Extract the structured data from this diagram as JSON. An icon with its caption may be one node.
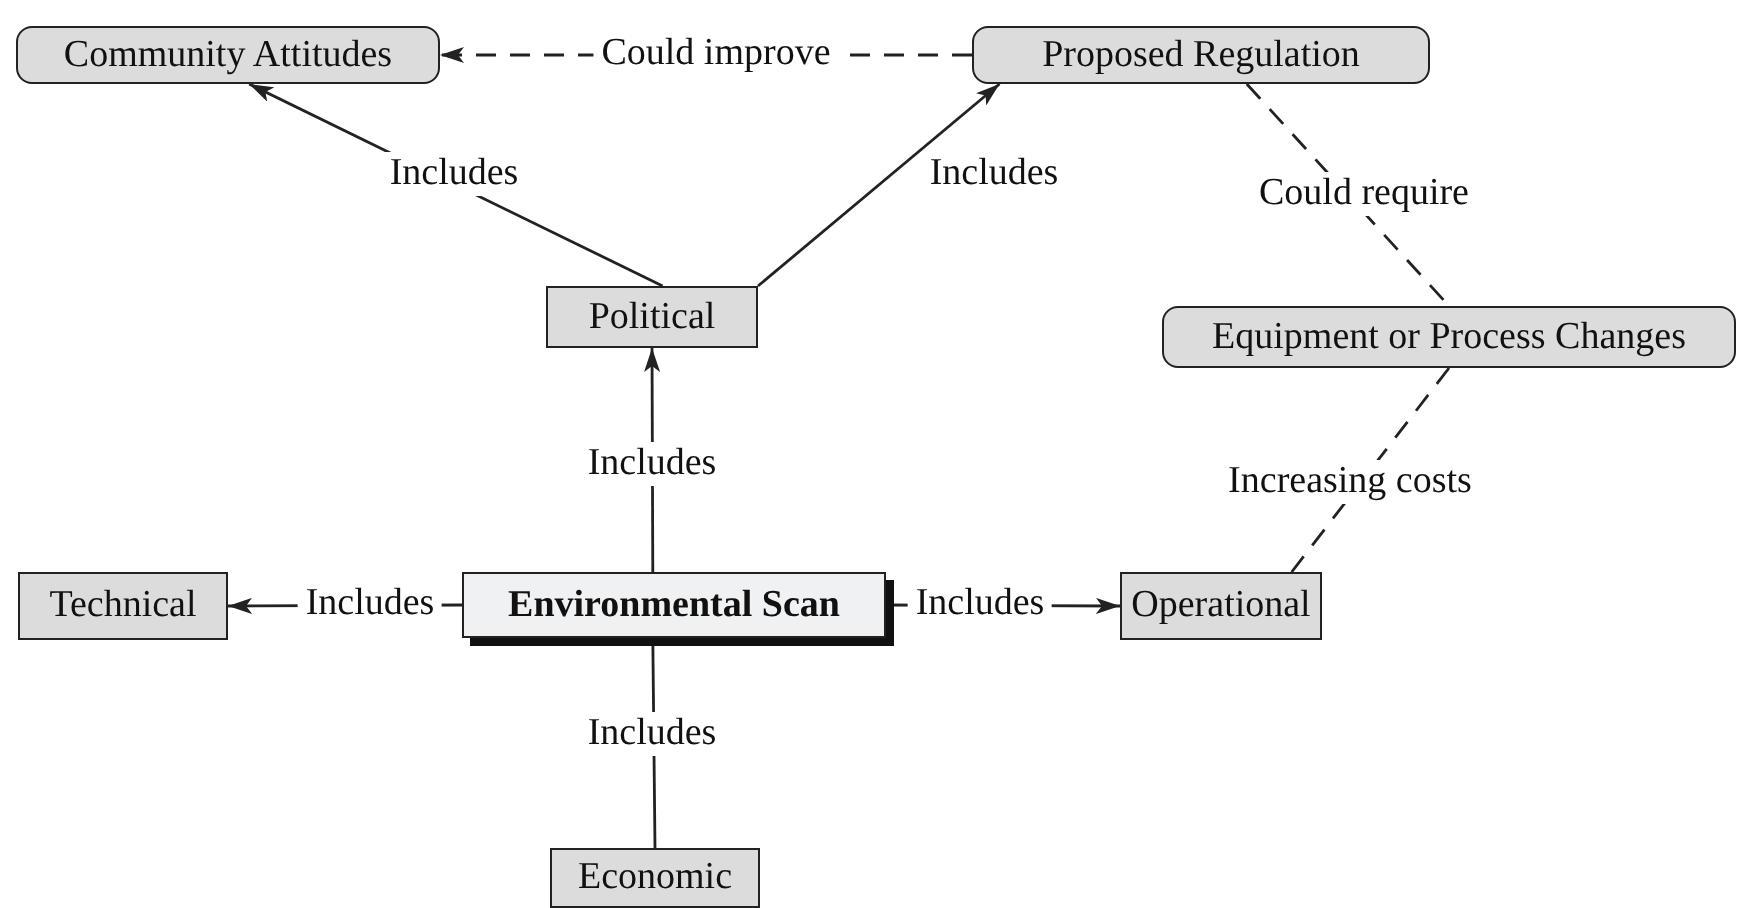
{
  "diagram": {
    "nodes": [
      {
        "text": [
          "Community Attitudes"
        ]
      },
      {
        "text": [
          "Proposed Regulation"
        ]
      },
      {
        "text": [
          "Political"
        ]
      },
      {
        "text": [
          "Equipment or Process Changes"
        ]
      },
      {
        "text": [
          "Technical"
        ]
      },
      {
        "text": [
          "Environmental Scan"
        ]
      },
      {
        "text": [
          "Operational"
        ]
      },
      {
        "text": [
          "Economic"
        ]
      }
    ],
    "edges": [
      {
        "from": 2,
        "to": 0,
        "arrow": "to",
        "label": "Includes"
      },
      {
        "from": 2,
        "to": 1,
        "arrow": "to",
        "label": "Includes"
      },
      {
        "from": 1,
        "to": 0,
        "arrow": "to",
        "label": "Could improve",
        "style": "dashed"
      },
      {
        "from": 1,
        "to": 3,
        "arrow": "none",
        "label": "Could require",
        "style": "dashed"
      },
      {
        "from": 5,
        "to": 2,
        "arrow": "to",
        "label": "Includes"
      },
      {
        "from": 5,
        "to": 4,
        "arrow": "to",
        "label": "Includes"
      },
      {
        "from": 5,
        "to": 6,
        "arrow": "to",
        "label": "Includes"
      },
      {
        "from": 5,
        "to": 7,
        "arrow": "none",
        "label": "Includes"
      },
      {
        "from": 3,
        "to": 6,
        "arrow": "none",
        "label": "Increasing costs",
        "style": "dashed"
      }
    ]
  }
}
